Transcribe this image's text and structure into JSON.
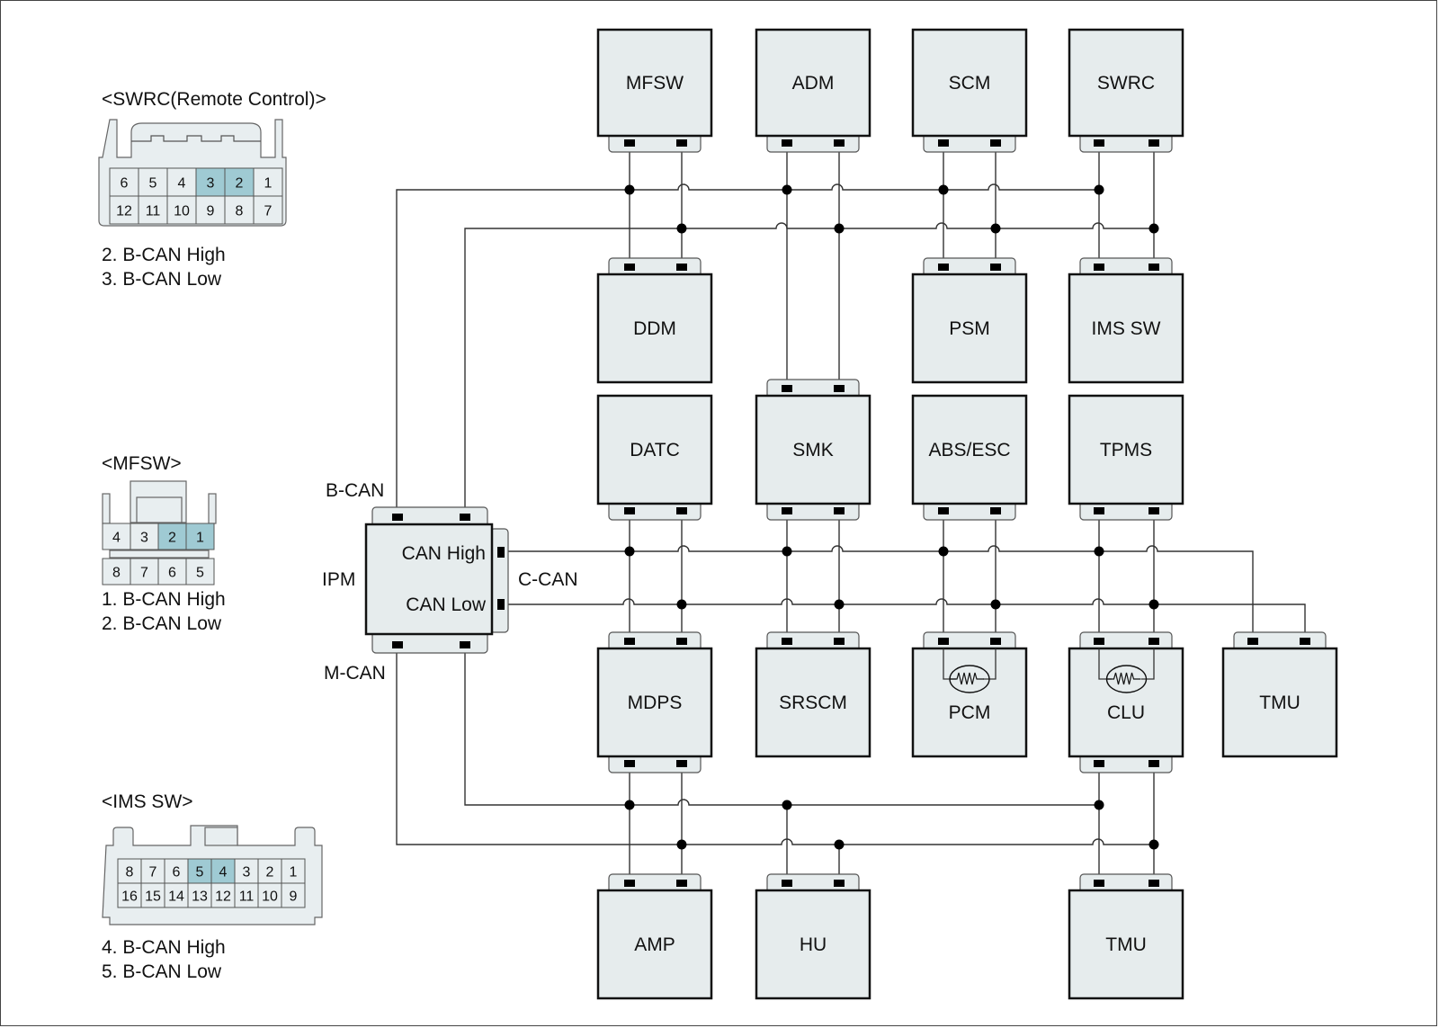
{
  "diagram": {
    "title": "CAN Network Configuration",
    "bus_labels": {
      "b_can": "B-CAN",
      "c_can": "C-CAN",
      "m_can": "M-CAN"
    },
    "gateway": {
      "name": "IPM",
      "can_high": "CAN High",
      "can_low": "CAN Low"
    },
    "modules": {
      "mfsw": "MFSW",
      "adm": "ADM",
      "scm": "SCM",
      "swrc": "SWRC",
      "ddm": "DDM",
      "psm": "PSM",
      "ims_sw": "IMS SW",
      "datc": "DATC",
      "smk": "SMK",
      "abs_esc": "ABS/ESC",
      "tpms": "TPMS",
      "mdps": "MDPS",
      "srscm": "SRSCM",
      "pcm": "PCM",
      "clu": "CLU",
      "tmu_c": "TMU",
      "amp": "AMP",
      "hu": "HU",
      "tmu_m": "TMU"
    },
    "terminating_resistor_modules": [
      "PCM",
      "CLU"
    ]
  },
  "connectors": [
    {
      "title": "<SWRC(Remote Control)>",
      "rows": [
        [
          "6",
          "5",
          "4",
          "3",
          "2",
          "1"
        ],
        [
          "12",
          "11",
          "10",
          "9",
          "8",
          "7"
        ]
      ],
      "highlighted": [
        "3",
        "2"
      ],
      "notes": [
        "2. B-CAN High",
        "3. B-CAN Low"
      ]
    },
    {
      "title": "<MFSW>",
      "rows": [
        [
          "4",
          "3",
          "2",
          "1"
        ],
        [
          "8",
          "7",
          "6",
          "5"
        ]
      ],
      "highlighted": [
        "2",
        "1"
      ],
      "notes": [
        "1. B-CAN High",
        "2. B-CAN Low"
      ]
    },
    {
      "title": "<IMS SW>",
      "rows": [
        [
          "8",
          "7",
          "6",
          "5",
          "4",
          "3",
          "2",
          "1"
        ],
        [
          "16",
          "15",
          "14",
          "13",
          "12",
          "11",
          "10",
          "9"
        ]
      ],
      "highlighted": [
        "5",
        "4"
      ],
      "notes": [
        "4. B-CAN High",
        "5. B-CAN Low"
      ]
    }
  ],
  "colors": {
    "module_fill": "#e6eced",
    "pin_highlight": "#9fcad3"
  }
}
